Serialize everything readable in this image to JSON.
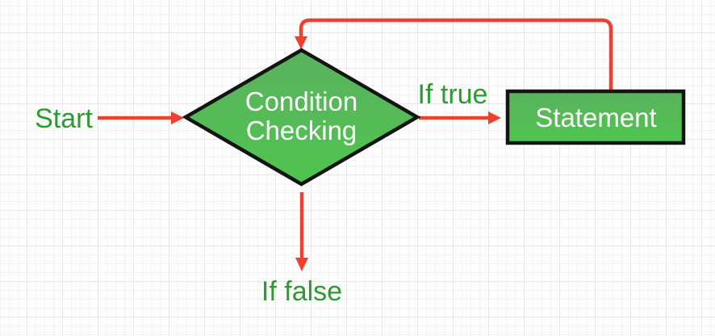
{
  "diagram": {
    "nodes": {
      "condition": {
        "line1": "Condition",
        "line2": "Checking",
        "shape": "diamond"
      },
      "statement": {
        "label": "Statement",
        "shape": "rectangle"
      }
    },
    "labels": {
      "start": "Start",
      "if_true": "If true",
      "if_false": "If false"
    },
    "colors": {
      "arrow": "#ef4130",
      "label_text": "#2e9b32",
      "node_fill_top": "#5ab25e",
      "node_fill_bottom": "#4fc44e",
      "node_border": "#141414",
      "node_text": "#ffffff",
      "background": "#fdfdfd",
      "grid_minor": "#f3f3f3",
      "grid_major": "#e6e6e6"
    }
  }
}
